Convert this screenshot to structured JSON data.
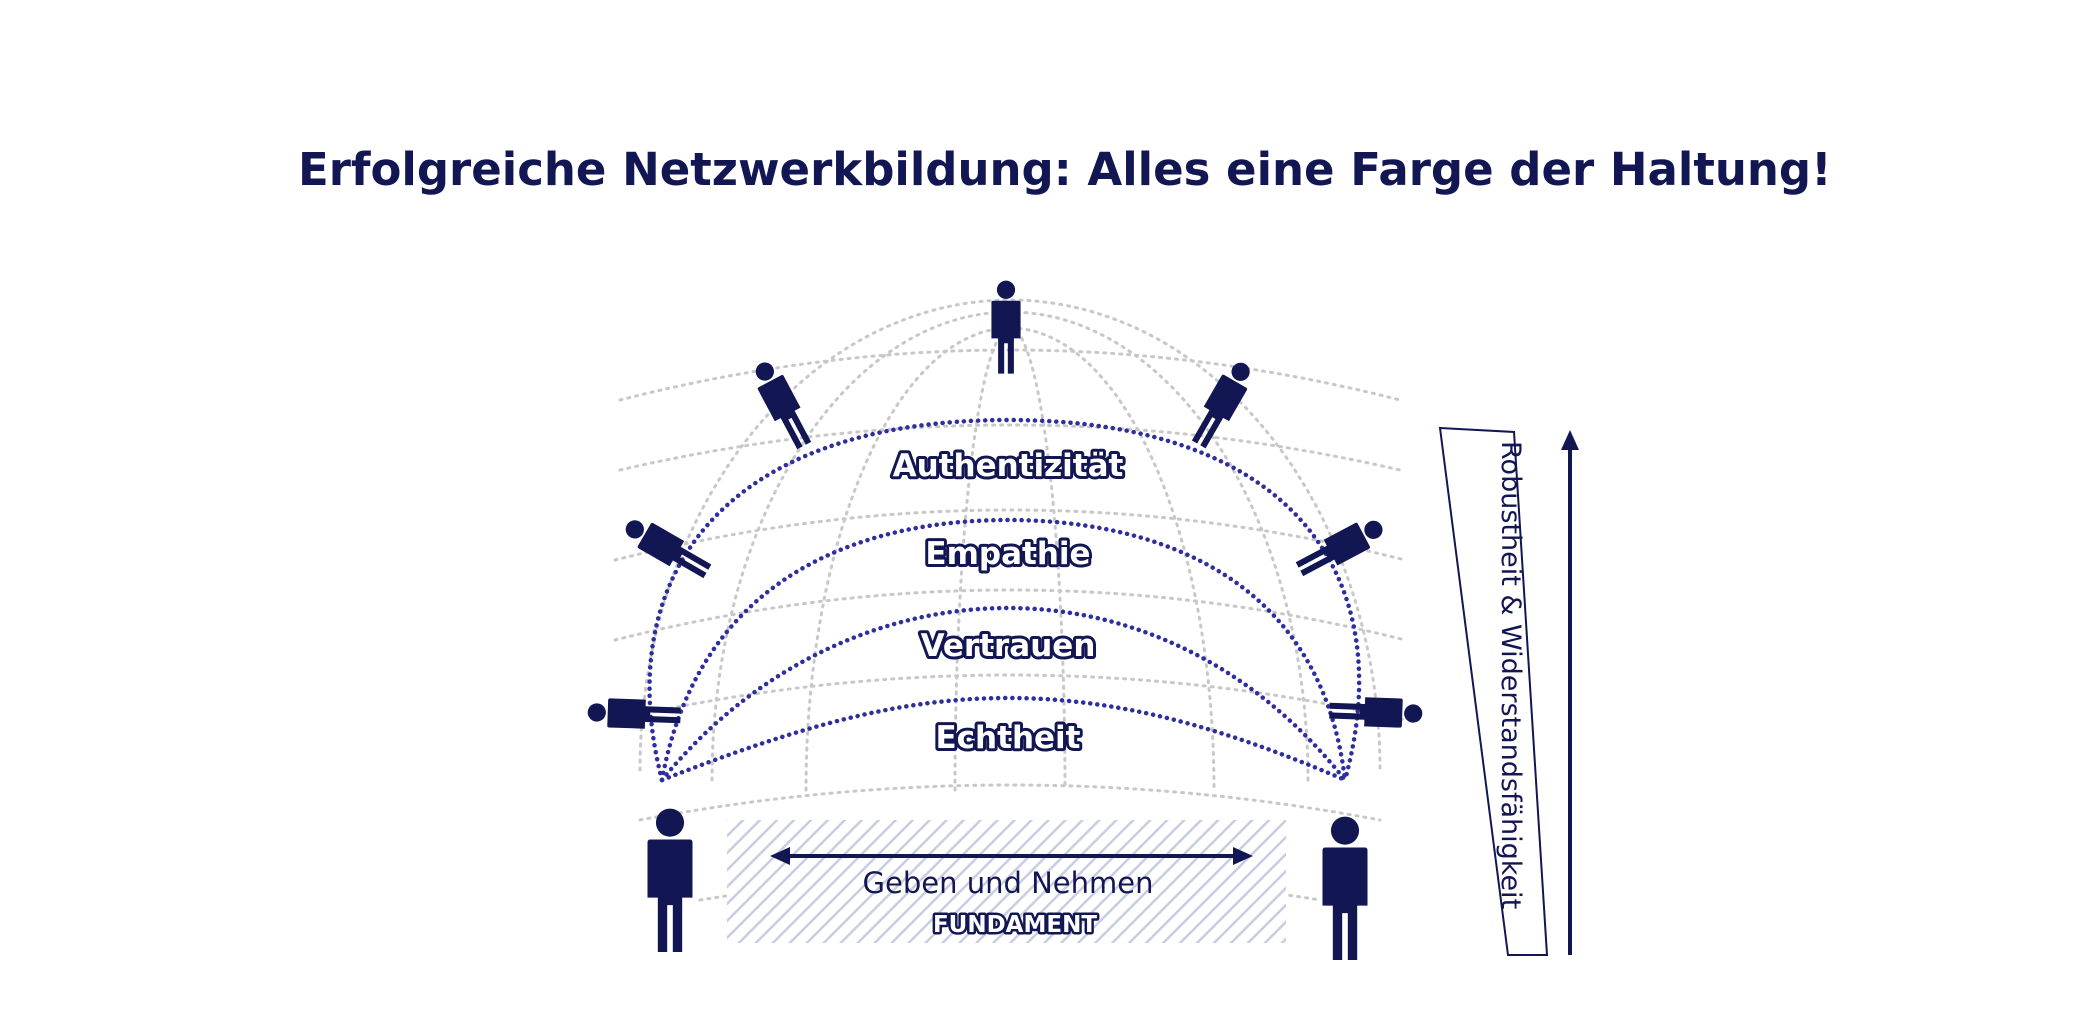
{
  "title": "Erfolgreiche Netzwerkbildung: Alles eine Farge der Haltung!",
  "layers": [
    {
      "label": "Authentizität"
    },
    {
      "label": "Empathie"
    },
    {
      "label": "Vertrauen"
    },
    {
      "label": "Echtheit"
    }
  ],
  "foundation": {
    "exchange_label": "Geben und Nehmen",
    "label": "FUNDAMENT"
  },
  "side_axis": {
    "label": "Robustheit & Widerstandsfähigkeit"
  },
  "colors": {
    "primary": "#121652",
    "arc_dots": "#2e2e9e",
    "grid": "#c8c8c8",
    "hatch": "#c9cde2"
  },
  "icons": {
    "person": "person-icon",
    "arrow": "double-arrow-icon"
  }
}
